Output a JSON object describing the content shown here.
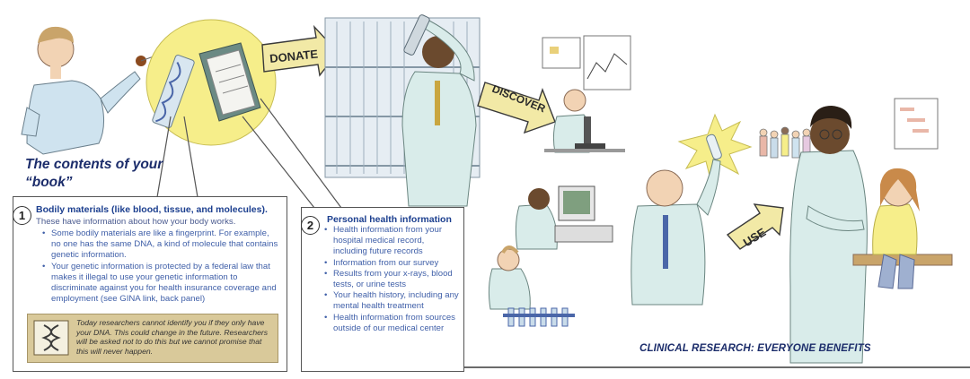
{
  "heading": "The contents of your “book”",
  "arrows": {
    "donate": "DONATE",
    "discover": "DISCOVER",
    "use": "USE"
  },
  "box1": {
    "number": "1",
    "title": "Bodily materials (like blood, tissue, and molecules).",
    "subtitle": "These have information about how your body works.",
    "bullets": [
      "Some bodily materials are like a fingerprint. For example, no one has the same DNA, a kind of molecule that contains genetic information.",
      "Your genetic information is protected by a federal law that makes it illegal to use your genetic information to discriminate against you for health insurance coverage and employment (see GINA link, back panel)"
    ],
    "note": "Today researchers cannot identify you if they only have your DNA. This could change in the future. Researchers will be asked not to do this but we cannot promise that this will never  happen.",
    "note_icon": "dna-icon"
  },
  "box2": {
    "number": "2",
    "title": "Personal health information",
    "bullets": [
      "Health information from your hospital medical record, including future records",
      "Information from our survey",
      "Results from your x-rays, blood tests, or urine tests",
      "Your health history, including any mental health treatment",
      "Health information from sources outside of our medical center"
    ]
  },
  "footer": "CLINICAL RESEARCH: EVERYONE BENEFITS",
  "colors": {
    "heading": "#1c2d6b",
    "title_blue": "#1c3f8f",
    "text_blue": "#3f5fa8",
    "note_bg": "#d9c99a",
    "bubble": "#f6ee8a",
    "arrow_fill": "#f2e9a6"
  }
}
